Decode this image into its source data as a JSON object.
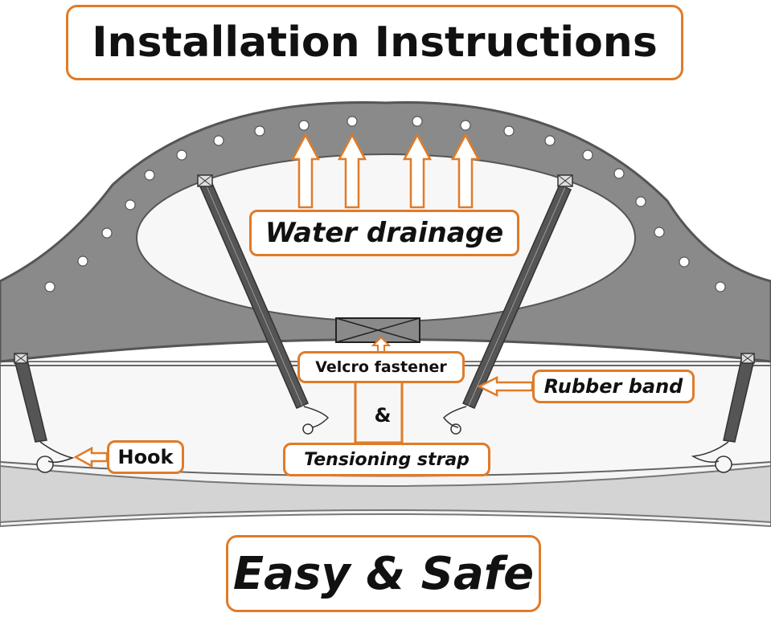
{
  "title": "Installation Instructions",
  "labels": {
    "water_drainage": "Water drainage",
    "velcro_fastener": "Velcro fastener",
    "ampersand": "&",
    "tensioning_strap": "Tensioning strap",
    "rubber_band": "Rubber band",
    "hook": "Hook"
  },
  "footer": "Easy & Safe",
  "colors": {
    "accent": "#e07b28",
    "cover_dark": "#8a8a8a",
    "cover_light": "#f2f2f2",
    "outline": "#555555"
  }
}
